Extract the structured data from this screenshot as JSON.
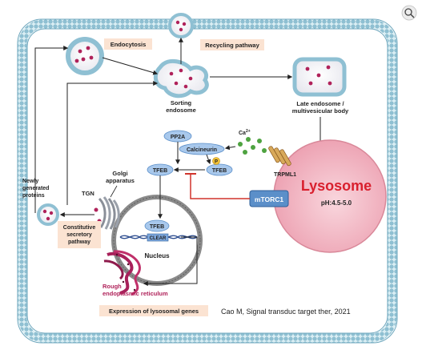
{
  "labels": {
    "endocytosis": "Endocytosis",
    "recycling": "Recycling pathway",
    "sorting_1": "Sorting",
    "sorting_2": "endosome",
    "late_1": "Late endosome /",
    "late_2": "multivesicular body",
    "ca": "Ca",
    "ca_sup": "2+",
    "pp2a": "PP2A",
    "calcineurin": "Calcineurin",
    "p": "P",
    "tfeb": "TFEB",
    "tfeb_p": "TFEB",
    "tfeb_nuc": "TFEB",
    "clear": "CLEAR",
    "trpml1": "TRPML1",
    "lysosome": "Lysosome",
    "ph": "pH:4.5-5.0",
    "mtorc1": "mTORC1",
    "golgi_1": "Golgi",
    "golgi_2": "apparatus",
    "tgn": "TGN",
    "newly_1": "Newly",
    "newly_2": "generated",
    "newly_3": "proteins",
    "const_1": "Constitutive",
    "const_2": "secretory",
    "const_3": "pathway",
    "nucleus": "Nucleus",
    "rough_1": "Rough",
    "rough_2": "endoplasmic reticulum",
    "expression": "Expression of lysosomal genes",
    "citation": "Cao M, Signal transduc target ther, 2021"
  },
  "colors": {
    "membrane": "#9ec9d6",
    "lysosome": "#f0b8c3",
    "lysosome_text": "#d9202e",
    "tfeb": "#a8c8ec",
    "mtorc1": "#5b8fc9",
    "label_bg": "#fbe3d2",
    "vesicle_dot": "#b0225a",
    "calcium": "#4ea340",
    "inhibit": "#d0342c"
  },
  "icons": {
    "corner": "zoom-icon"
  }
}
